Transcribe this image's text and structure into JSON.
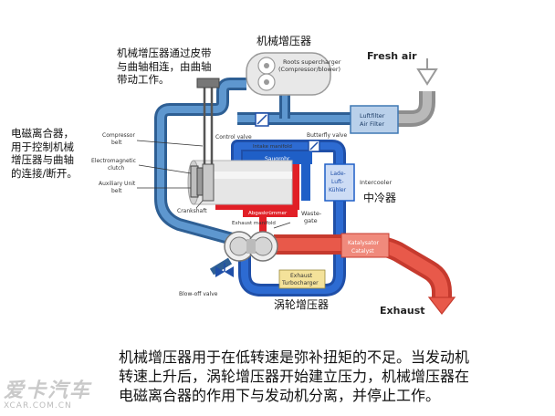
{
  "annotations": {
    "belt_note": [
      "机械增压器通过皮带",
      "与曲轴相连，由曲轴",
      "带动工作。"
    ],
    "clutch_note": [
      "电磁离合器，",
      "用于控制机械",
      "增压器与曲轴",
      "的连接/断开。"
    ],
    "supercharger_title": "机械增压器",
    "intercooler_title": "中冷器",
    "turbo_title": "涡轮增压器"
  },
  "labels": {
    "roots_line1": "Roots supercharger",
    "roots_line2": "(Compressor/blower)",
    "fresh_air": "Fresh air",
    "exhaust": "Exhaust",
    "luftfilter": "Luftfilter",
    "air_filter": "Air Filter",
    "control_valve": "Control valve",
    "butterfly_valve": "Butterfly valve",
    "intake_manifold": "Intake manifold",
    "saugrohr": "Saugrohr",
    "compressor_belt_1": "Compressor",
    "compressor_belt_2": "belt",
    "electromagnetic_1": "Electromagnetic",
    "electromagnetic_2": "clutch",
    "auxiliary_belt_1": "Auxiliary Unit",
    "auxiliary_belt_2": "belt",
    "crankshaft": "Crankshaft",
    "abgaskruemmer": "Abgaskrümmer",
    "exhaust_manifold": "Exhaust manifold",
    "wastegate_1": "Waste-",
    "wastegate_2": "gate",
    "ladeluftkuehler_1": "Lade-",
    "ladeluftkuehler_2": "Luft-",
    "ladeluftkuehler_3": "Kühler",
    "intercooler": "Intercooler",
    "katalysator": "Katalysator",
    "catalyst": "Catalyst",
    "blow_off_valve": "Blow-off valve",
    "exhaust_turbo_1": "Exhaust",
    "exhaust_turbo_2": "Turbocharger"
  },
  "caption": [
    "机械增压器用于在低转速是弥补扭矩的不足。当发动机",
    "转速上升后，涡轮增压器开始建立压力，机械增压器在",
    "电磁离合器的作用下与发动机分离，并停止工作。"
  ],
  "watermark": {
    "main": "爱卡汽车",
    "sub": "XCAR.COM.CN"
  },
  "colors": {
    "intake_blue": "#3f78b4",
    "charge_blue": "#1f5fc7",
    "exhaust_red": "#e14a3c",
    "engine_red": "#e11f26",
    "arrow_grey": "#8e8e8e"
  }
}
